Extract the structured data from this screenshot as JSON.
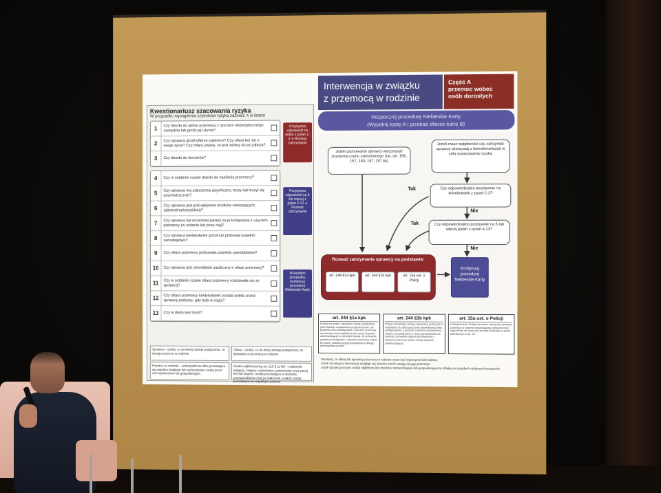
{
  "slide": {
    "left": {
      "title": "Kwestionariusz szacowania ryzyka",
      "subtitle": "W przypadku wystąpienia czynników ryzyka zaznacz X w kratce",
      "questions": [
        {
          "num": "1",
          "text": "Czy doszło do aktów przemocy z użyciem niebezpiecznego narzędzia lub groźb jej użycia?"
        },
        {
          "num": "2",
          "text": "Czy sprawca groził ofierze zabiciem? Czy ofiara boi się o swoje życie? Czy ofiara uważa, że jest zdolny do jej zabicia?"
        },
        {
          "num": "3",
          "text": "Czy doszło do duszenia?"
        },
        {
          "num": "4",
          "text": "Czy w ostatnim czasie doszło do nasilenia przemocy?"
        },
        {
          "num": "5",
          "text": "Czy sprawca ma zaburzenia psychiczne, leczy lub leczył się psychiatrycznie?"
        },
        {
          "num": "6",
          "text": "Czy sprawca jest pod wpływem środków odurzających (alkohol/narkotyki/leki)?"
        },
        {
          "num": "7",
          "text": "Czy sprawca był wcześniej karany za przestępstwa z użyciem przemocy (w rodzinie lub poza nią)?"
        },
        {
          "num": "8",
          "text": "Czy sprawca kiedykolwiek groził lub próbował popełnić samobójstwo?"
        },
        {
          "num": "9",
          "text": "Czy ofiara przemocy próbowała popełnić samobójstwo?"
        },
        {
          "num": "10",
          "text": "Czy sprawca jest chorobliwie zazdrosny o ofiarę przemocy?"
        },
        {
          "num": "11",
          "text": "Czy w ostatnim czasie ofiara przemocy rozstawała się ze sprawcą?"
        },
        {
          "num": "12",
          "text": "Czy ofiara przemocy kiedykolwiek została pobita przez sprawcę podczas, gdy była w ciąży?"
        },
        {
          "num": "13",
          "text": "Czy w domu jest broń?"
        }
      ],
      "side_boxes": [
        {
          "text": "Pozytywna odpowiedź na jedno z pytań 1-3 ➜ Rozważ zatrzymanie"
        },
        {
          "text": "Pozytywna odpowiedź na 5 lub więcej z pytań 4-13 ➜ Rozważ zatrzymanie"
        },
        {
          "text": "W każdym przypadku kontynuuj procedurę Niebieskie Karty"
        }
      ],
      "footnotes": [
        "Sprawca – osoba, co do której istnieje podejrzenie, że stosuje przemoc w rodzinie",
        "Ofiara – osoba, co do której istnieje podejrzenie, że doświadcza przemocy w rodzinie",
        "Pomimo że rodzinie – pokrzywdzone albo posiadające się wspólne działanie lub zamieszkanie osoby przez nich wymienione lub gospodarujące",
        "Osoba najbliższa (wg art. 115 § 11 kk) – małżonek, wstępny, zstępny, rodzeństwo, powinowaty w tej samej linii lub stopniu, osoba pozostająca w stosunku przysposobienia oraz jej małżonek, a także osoba pozostająca we wspólnym pożyciu"
      ]
    },
    "right": {
      "title_line1": "Interwencja w związku",
      "title_line2": "z przemocą w rodzinie",
      "part_line1": "Część A",
      "part_line2": "przemoc wobec",
      "part_line3": "osób dorosłych",
      "banner_line1": "Rozpocznij procedurę Niebieskie Karty",
      "banner_line2": "(Wypełnij kartę A i przekaż ofierze kartę B)",
      "node_crime": "Jeżeli zachowanie sprawcy wyczerpuje znamiona czynu zabronionego (np. art. 156, 157, 160, 197, 207 kk)",
      "node_doubt": "Jeżeli masz wątpliwości czy zatrzymać sprawcę skorzystaj z kwestionariusza w celu oszacowania ryzyka",
      "node_q1": "Czy odpowiedziałeś pozytywnie na którekolwiek z pytań 1-3?",
      "node_q2": "Czy odpowiedziałeś pozytywnie na 5 lub więcej pytań z pytań 4-13?",
      "label_tak1": "Tak",
      "label_tak2": "Tak",
      "label_nie1": "Nie",
      "label_nie2": "Nie",
      "node_detain": "Rozważ zatrzymanie sprawcy na podstawie:",
      "detain_options": [
        "art. 244 §1a kpk",
        "art. 244 §1b kpk",
        "art. 15a ust. o Policji"
      ],
      "node_continue": "Kontynuuj procedurę Niebieskie Karty",
      "laws": [
        {
          "head": "art. 244 §1a kpk",
          "body": "Policja ma prawo zatrzymać osobę podejrzaną, jeżeli istnieje uzasadnione przypuszczenie, że popełniła ona przestępstwo z użyciem przemocy na szkodę osoby najbliższej lub osoby wspólnie zamieszkującej, a zachodzi obawa, że ponownie popełni przestępstwo z użyciem przemocy wobec tej osoby, zwłaszcza gdy popełnieniem takiego przestępstwa groziła."
        },
        {
          "head": "art. 244 §1b kpk",
          "body": "Policja zatrzymuje osobę podejrzaną, jeżeli jest to niezbędne do zabezpieczenia prawidłowego toku postępowania, a ponadto zachodzi uzasadniona obawa, że podejrzany w razie pozostawania na wolności ponownie popełni przestępstwo z użyciem przemocy wobec osoby wspólnie zamieszkującej."
        },
        {
          "head": "art. 15a ust. o Policji",
          "body": "Funkcjonariusz Policji ma prawo zatrzymać sprawcę przemocy w rodzinie stwarzającego bezpośrednie zagrożenie dla życia lub zdrowia ludzkiego w trybie określonym w art. 15."
        }
      ],
      "note1": "Pamiętaj, że ofiarą lub sprawcą przemocy w rodzinie może być mężczyzna lub kobieta.",
      "note2": "Jeżeli na miejscu interwencji znajduje się dziecko zwróć uwagę na jego potrzeby!",
      "note3": "Jeżeli sprawcą nie jest osoba najbliższa lub wspólnie zamieszkująca lub gospodarująca to działaj na zasadach odrębnych przepisów."
    }
  }
}
